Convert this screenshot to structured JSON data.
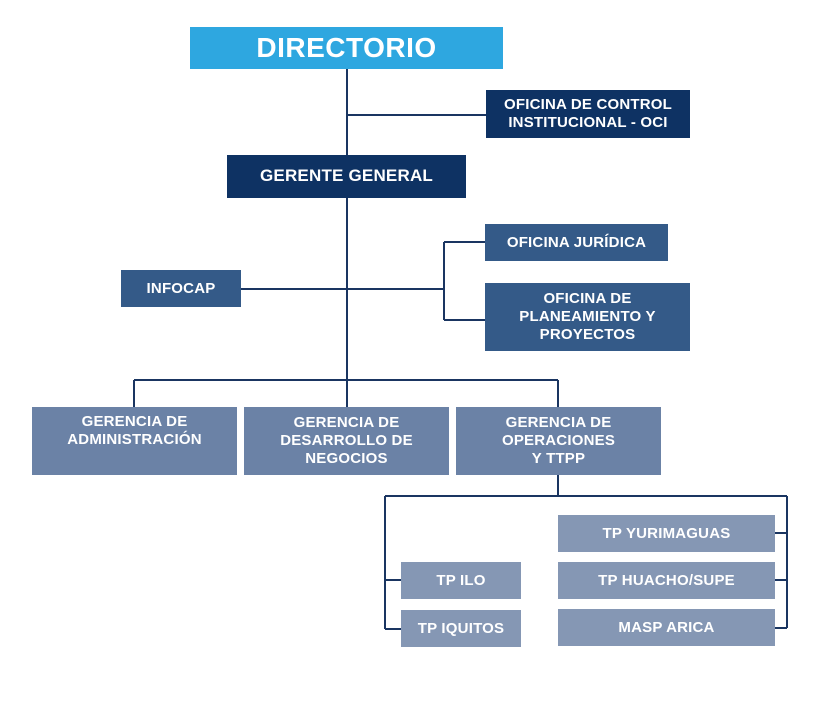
{
  "title": "DIRECTORIO",
  "colors": {
    "directorio": "#2ea7e0",
    "navy": "#0e3263",
    "staff": "#345a88",
    "gerencias": "#6b82a6",
    "terminals": "#8597b4",
    "lines": "#1a3561"
  },
  "nodes": {
    "oci": "OFICINA DE CONTROL\nINSTITUCIONAL - OCI",
    "gerente_general": "GERENTE GENERAL",
    "oficina_juridica": "OFICINA JURÍDICA",
    "oficina_planeamiento": "OFICINA DE\nPLANEAMIENTO Y\nPROYECTOS",
    "infocap": "INFOCAP",
    "gerencia_administracion": "GERENCIA DE\nADMINISTRACIÓN",
    "gerencia_desarrollo": "GERENCIA DE\nDESARROLLO DE\nNEGOCIOS",
    "gerencia_operaciones": "GERENCIA DE\nOPERACIONES\nY TTPP",
    "tp_yurimaguas": "TP YURIMAGUAS",
    "tp_ilo": "TP ILO",
    "tp_huacho": "TP HUACHO/SUPE",
    "tp_iquitos": "TP IQUITOS",
    "masp_arica": "MASP ARICA"
  }
}
